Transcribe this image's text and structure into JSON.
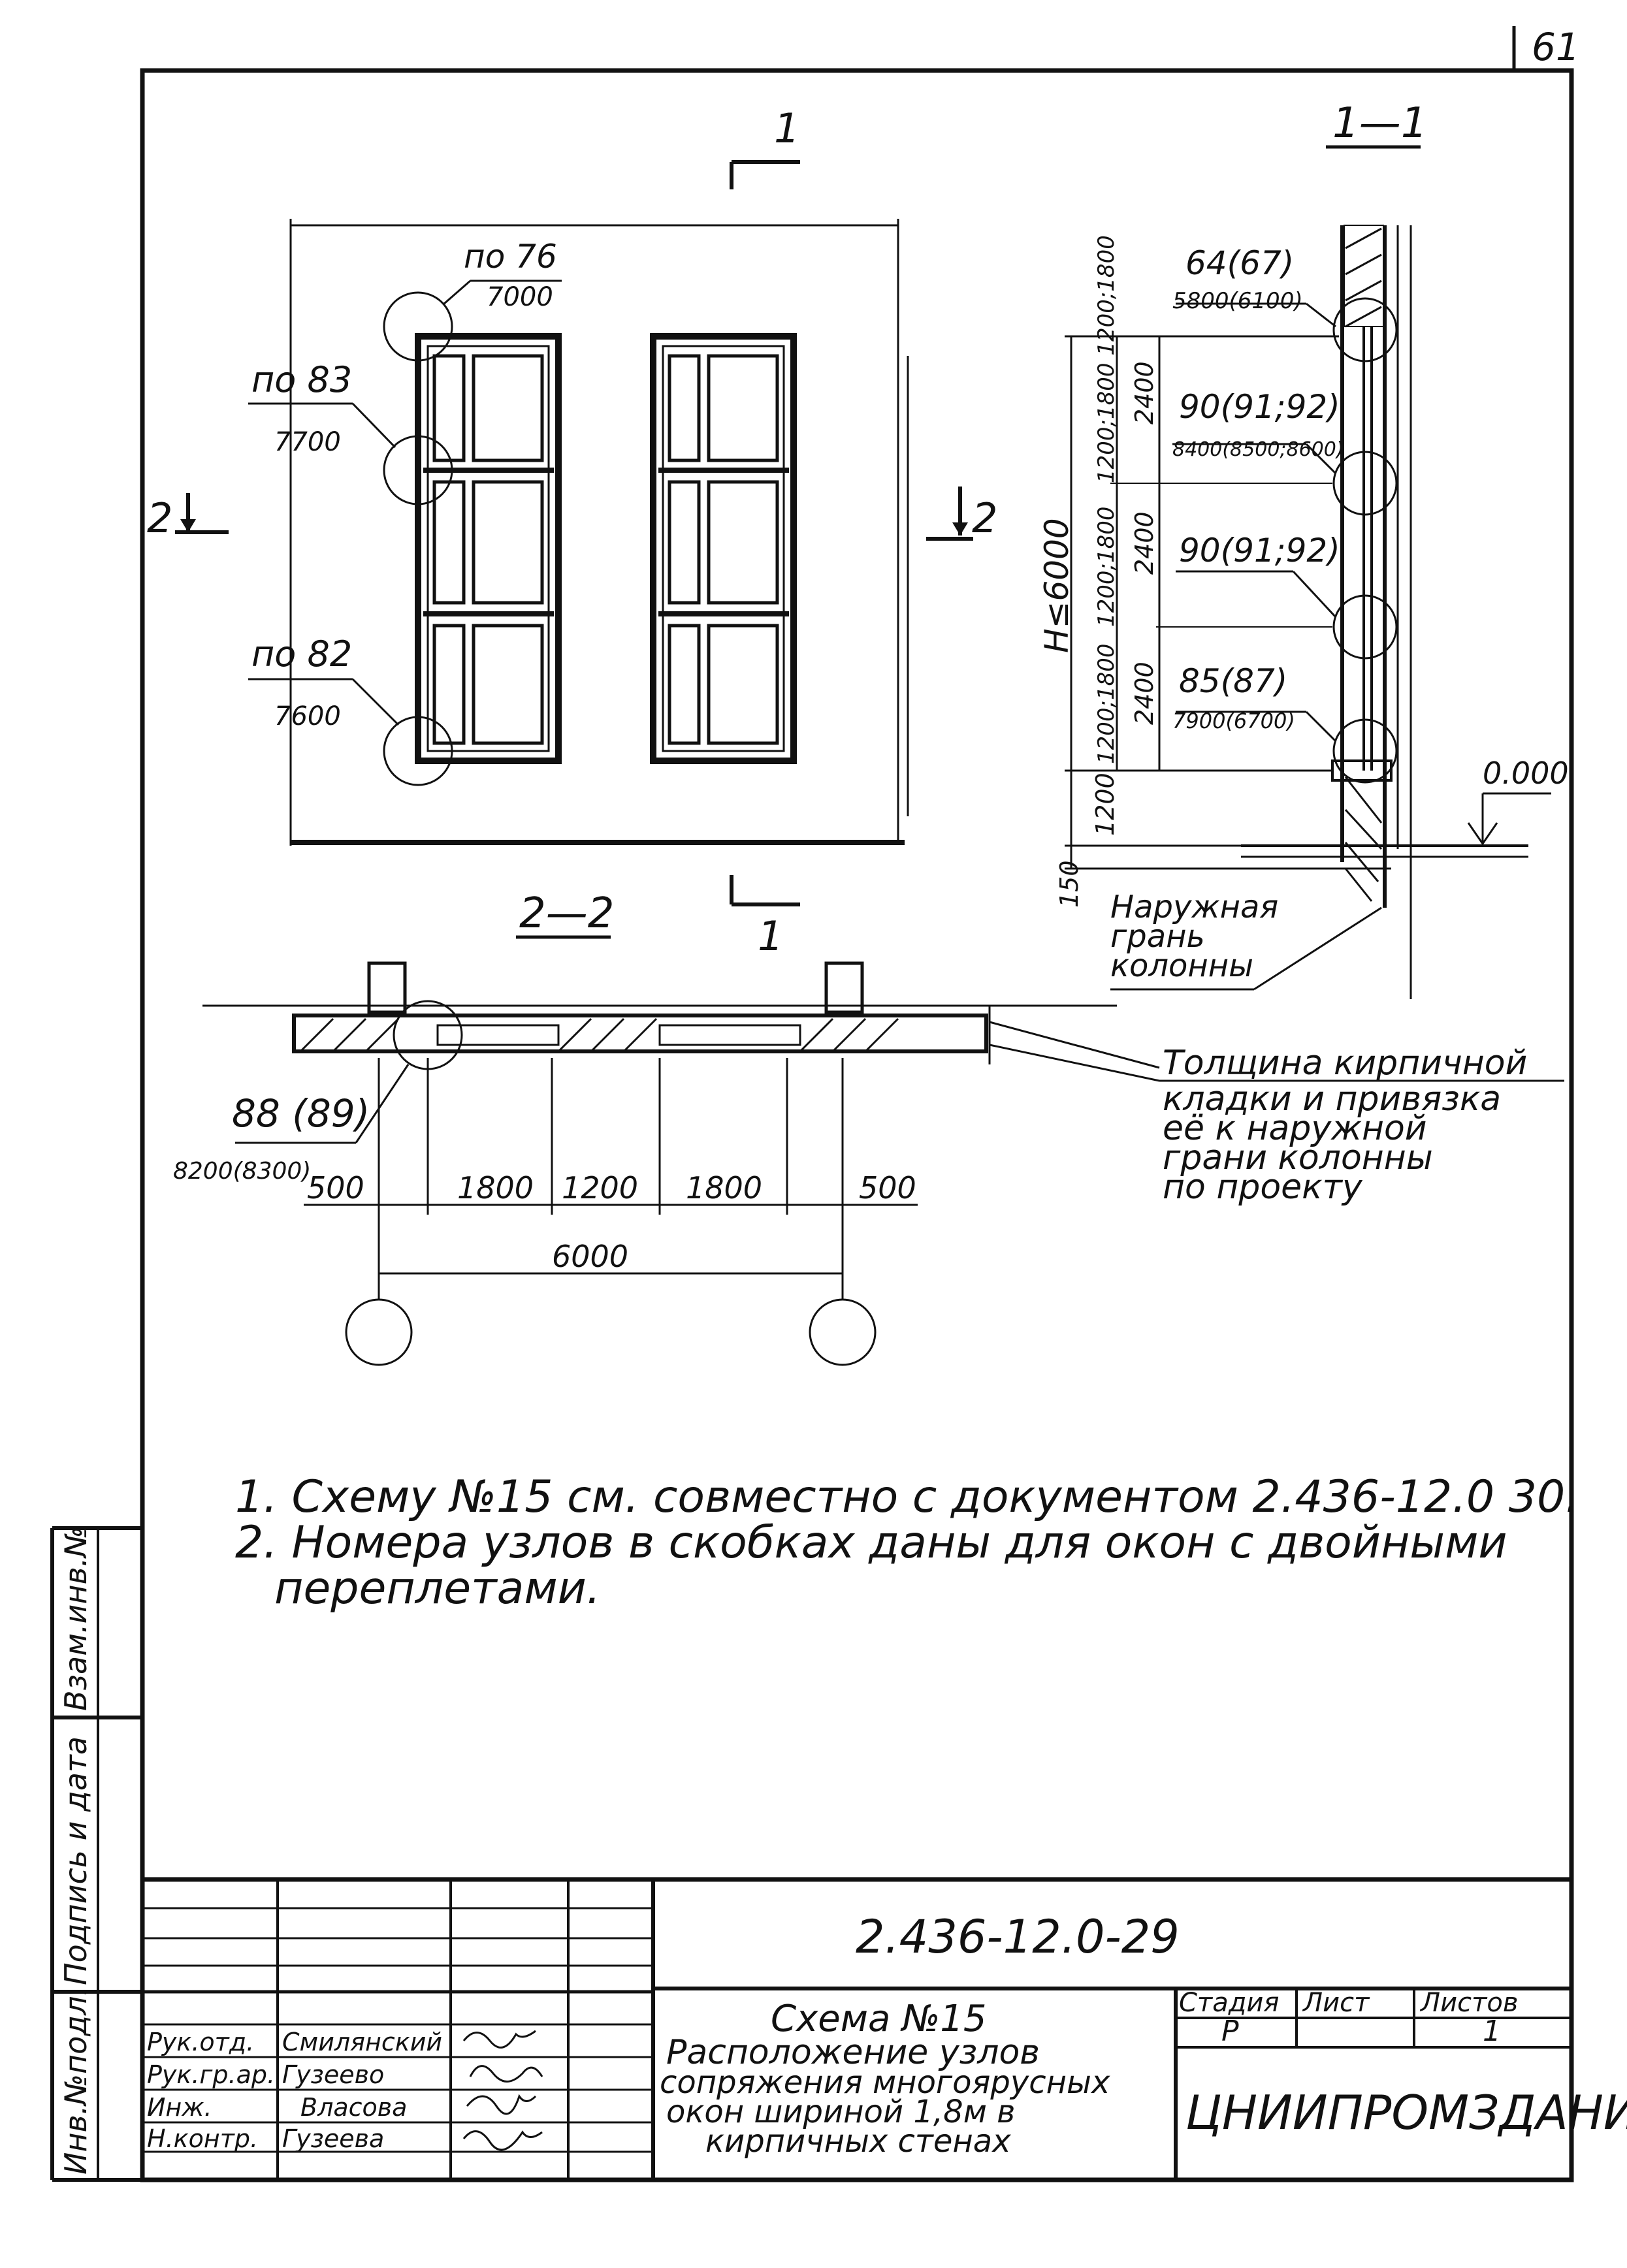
{
  "page_number": "61",
  "elevation": {
    "section_mark_label": "1",
    "section_mark_label_bottom": "1",
    "section_2_left": "2",
    "section_2_right": "2",
    "callouts": [
      {
        "label": "по 76",
        "code": "7000"
      },
      {
        "label": "по 83",
        "code": "7700"
      },
      {
        "label": "по 82",
        "code": "7600"
      }
    ]
  },
  "section_1_1": {
    "title": "1—1",
    "nodes": [
      {
        "label": "64(67)",
        "code": "5800(6100)"
      },
      {
        "label": "90(91;92)",
        "code": "8400(8500;8600)"
      },
      {
        "label": "90(91;92)",
        "code": ""
      },
      {
        "label": "85(87)",
        "code": "7900(6700)"
      }
    ],
    "dims": {
      "total": "H≤6000",
      "tier1": "1200;1800 1200;1800",
      "tier1b": "2400",
      "tier2": "1200;1800",
      "tier2b": "2400",
      "tier3": "1200;1800",
      "tier3b": "2400",
      "base": "1200",
      "bottom": "150"
    },
    "level": "0.000",
    "column_note": [
      "Наружная",
      "грань",
      "колонны"
    ]
  },
  "section_2_2": {
    "title": "2—2",
    "node_label": "88 (89)",
    "node_code": "8200(8300)",
    "dims": [
      "500",
      "1800",
      "1200",
      "1800",
      "500"
    ],
    "total": "6000"
  },
  "masonry_note": [
    "Толщина кирпичной",
    "кладки и привязка",
    "её к наружной",
    "грани колонны",
    "по проекту"
  ],
  "notes": [
    "1. Схему №15 см. совместно с документом 2.436-12.0 30.",
    "2. Номера узлов в скобках даны для окон с двойными",
    "переплетами."
  ],
  "side_stamp": [
    "Инв.№подл.",
    "Подпись и дата",
    "Взам.инв.№"
  ],
  "title_block": {
    "doc_code": "2.436-12.0-29",
    "title_lines": [
      "Схема №15",
      "Расположение узлов",
      "сопряжения многоярусных",
      "окон шириной 1,8м в",
      "кирпичных стенах"
    ],
    "stage_header": "Стадия",
    "sheet_header": "Лист",
    "sheets_header": "Листов",
    "stage": "Р",
    "sheets": "1",
    "org": "ЦНИИПРОМЗДАНИЙ",
    "staff": [
      {
        "role": "Рук.отд.",
        "name": "Смилянский"
      },
      {
        "role": "Рук.гр.ар.",
        "name": "Гузеево"
      },
      {
        "role": "Инж.",
        "name": "Власова"
      },
      {
        "role": "Н.контр.",
        "name": "Гузеева"
      }
    ]
  }
}
